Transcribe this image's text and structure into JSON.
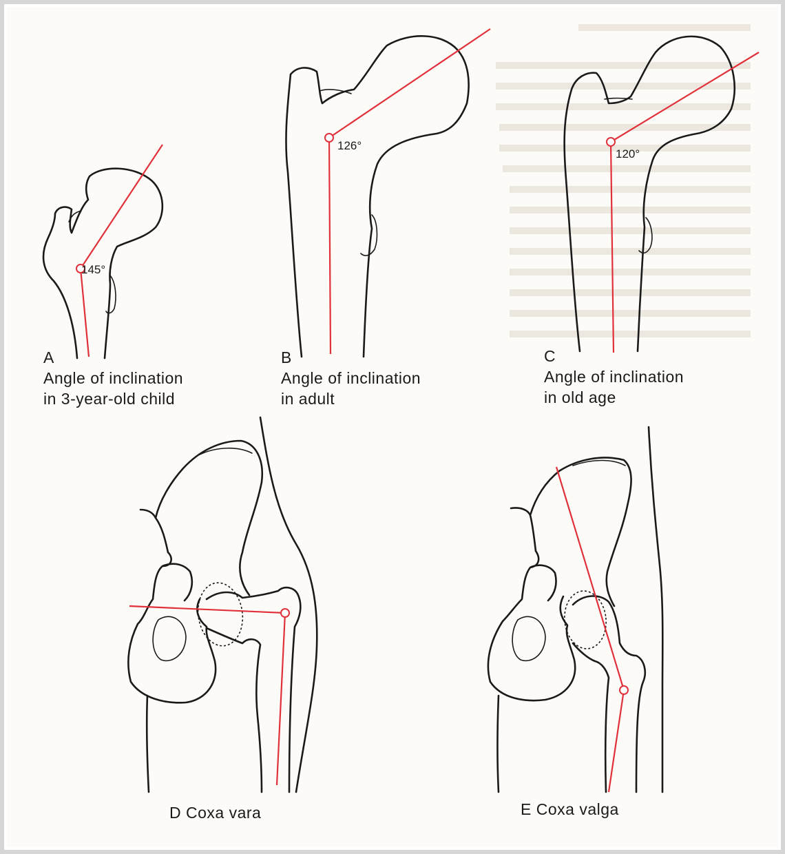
{
  "figures": [
    {
      "letter": "A",
      "caption_line1": "Angle of inclination",
      "caption_line2": "in 3-year-old child",
      "angle": "145°"
    },
    {
      "letter": "B",
      "caption_line1": "Angle of inclination",
      "caption_line2": "in adult",
      "angle": "126°"
    },
    {
      "letter": "C",
      "caption_line1": "Angle of inclination",
      "caption_line2": "in old age",
      "angle": "120°"
    }
  ],
  "hips": [
    {
      "caption": "D Coxa vara"
    },
    {
      "caption": "E Coxa valga"
    }
  ],
  "colors": {
    "line": "#1a1a1a",
    "axis": "#e0303a",
    "frame": "#d6d6d6"
  }
}
